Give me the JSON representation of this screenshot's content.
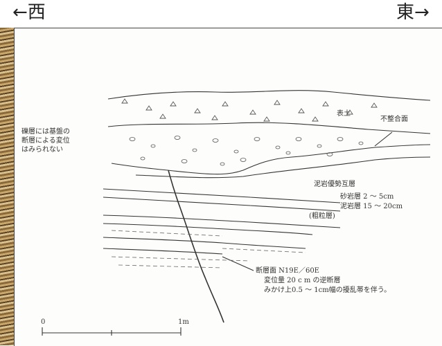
{
  "header": {
    "west_label": "←西",
    "east_label": "東→"
  },
  "annotations": {
    "topsoil": "表土",
    "unconformity": "不整合面",
    "gravel_note": [
      "礫層には基盤の",
      "断層による変位",
      "はみられない"
    ],
    "mudstone_alternation": "泥岩優勢互層",
    "sandstone_layer": "砂岩層 2 ～ 5cm",
    "mudstone_layer": "泥岩層 15 ～ 20cm",
    "coarse_layer": "(粗粒層)",
    "fault_lines": [
      "断層面 N19E／60E",
      "変位量 20 c m の逆断層",
      "みかけ上0.5 ～ 1cm幅の擾乱帯を伴う。"
    ],
    "scale_zero": "0",
    "scale_one": "1m"
  }
}
